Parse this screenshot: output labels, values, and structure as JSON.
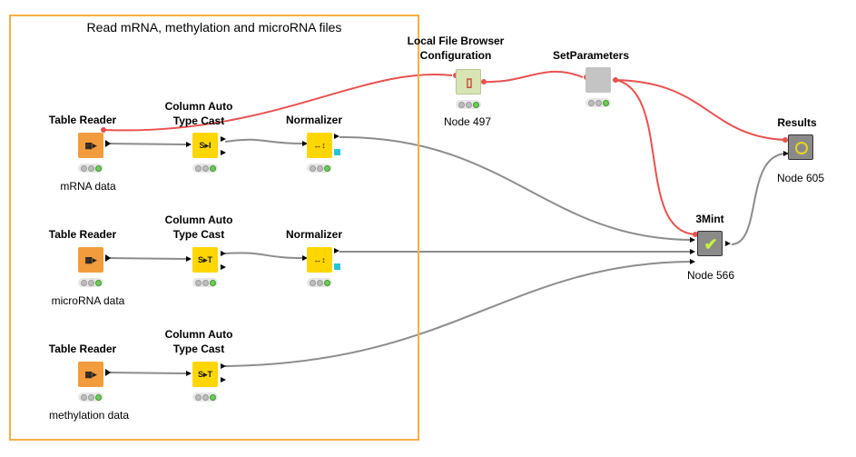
{
  "annotation": {
    "text": "Read mRNA, methylation and microRNA files"
  },
  "nodes": {
    "reader1": {
      "title": "Table Reader",
      "label": "mRNA data"
    },
    "cast1": {
      "title": "Column Auto\nType Cast"
    },
    "norm1": {
      "title": "Normalizer"
    },
    "reader2": {
      "title": "Table Reader",
      "label": "microRNA data"
    },
    "cast2": {
      "title": "Column Auto\nType Cast"
    },
    "norm2": {
      "title": "Normalizer"
    },
    "reader3": {
      "title": "Table Reader",
      "label": "methylation  data"
    },
    "cast3": {
      "title": "Column Auto\nType Cast"
    },
    "filebrowser": {
      "title": "Local File Browser\nConfiguration",
      "label": "Node 497"
    },
    "setparams": {
      "title": "SetParameters"
    },
    "mint": {
      "title": "3Mint",
      "label": "Node 566"
    },
    "results": {
      "title": "Results",
      "label": "Node 605"
    }
  },
  "colors": {
    "annotation_border": "#f5b041",
    "flow_variable": "#e8524f",
    "data_connection": "#8c8c8c",
    "reader": "#f39c3d",
    "manipulator": "#ffd600"
  },
  "icons": {
    "reader": "table-reader-icon",
    "cast": "type-cast-icon",
    "normalizer": "normalizer-icon",
    "filebrowser": "file-browser-icon",
    "mint": "checkmark-icon",
    "results": "circle-view-icon"
  }
}
